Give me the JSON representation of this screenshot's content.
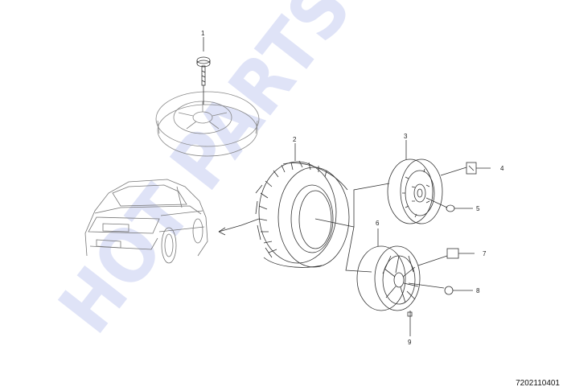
{
  "watermark": "HOT PARTS",
  "drawing_code": "7202110401",
  "callouts": {
    "c1": "1",
    "c2": "2",
    "c3": "3",
    "c4": "4",
    "c5": "5",
    "c6": "6",
    "c7": "7",
    "c8": "8",
    "c9": "9"
  },
  "icons": [
    "car-icon",
    "spare-wheel-icon",
    "tire-icon",
    "steel-wheel-icon",
    "alloy-wheel-icon",
    "bolt-icon",
    "nut-icon",
    "wheel-cap-icon",
    "balance-weight-icon",
    "valve-icon"
  ],
  "colors": {
    "line": "#333333",
    "watermark": "#dfe3f7"
  }
}
